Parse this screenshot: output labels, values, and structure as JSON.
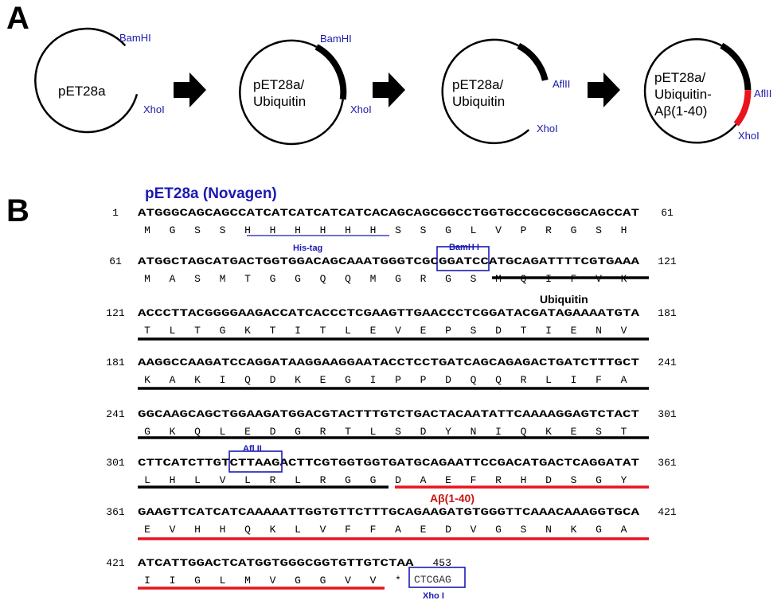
{
  "panels": {
    "a": "A",
    "b": "B"
  },
  "plasmids": [
    {
      "lines": [
        "pET28a"
      ],
      "sites": [
        "BamHI",
        "XhoI"
      ]
    },
    {
      "lines": [
        "pET28a/",
        "Ubiquitin"
      ],
      "sites": [
        "BamHI",
        "XhoI"
      ]
    },
    {
      "lines": [
        "pET28a/",
        "Ubiquitin"
      ],
      "sites": [
        "AflII",
        "XhoI"
      ]
    },
    {
      "lines": [
        "pET28a/",
        "Ubiquitin-",
        "Aβ(1-40)"
      ],
      "sites": [
        "AflII",
        "XhoI"
      ]
    }
  ],
  "colors": {
    "ubiquitin": "#000000",
    "abeta": "#e8141e",
    "site": "#1a1aa6",
    "box": "#1a1ab4"
  },
  "sequence": {
    "title": "pET28a (Novagen)",
    "rows": [
      {
        "start": "1",
        "end": "61",
        "dna": "ATGGGCAGCAGCCATCATCATCATCATCACAGCAGCGGCCTGGTGCCGCGCGGCAGCCAT",
        "aa": [
          "M",
          "G",
          "S",
          "S",
          "H",
          "H",
          "H",
          "H",
          "H",
          "H",
          "S",
          "S",
          "G",
          "L",
          "V",
          "P",
          "R",
          "G",
          "S",
          "H"
        ]
      },
      {
        "start": "61",
        "end": "121",
        "dna": "ATGGCTAGCATGACTGGTGGACAGCAAATGGGTCGCGGATCCATGCAGATTTTCGTGAAA",
        "aa": [
          "M",
          "A",
          "S",
          "M",
          "T",
          "G",
          "G",
          "Q",
          "Q",
          "M",
          "G",
          "R",
          "G",
          "S",
          "M",
          "Q",
          "I",
          "F",
          "V",
          "K"
        ]
      },
      {
        "start": "121",
        "end": "181",
        "dna": "ACCCTTACGGGGAAGACCATCACCCTCGAAGTTGAACCCTCGGATACGATAGAAAATGTA",
        "aa": [
          "T",
          "L",
          "T",
          "G",
          "K",
          "T",
          "I",
          "T",
          "L",
          "E",
          "V",
          "E",
          "P",
          "S",
          "D",
          "T",
          "I",
          "E",
          "N",
          "V"
        ]
      },
      {
        "start": "181",
        "end": "241",
        "dna": "AAGGCCAAGATCCAGGATAAGGAAGGAATACCTCCTGATCAGCAGAGACTGATCTTTGCT",
        "aa": [
          "K",
          "A",
          "K",
          "I",
          "Q",
          "D",
          "K",
          "E",
          "G",
          "I",
          "P",
          "P",
          "D",
          "Q",
          "Q",
          "R",
          "L",
          "I",
          "F",
          "A"
        ]
      },
      {
        "start": "241",
        "end": "301",
        "dna": "GGCAAGCAGCTGGAAGATGGACGTACTTTGTCTGACTACAATATTCAAAAGGAGTCTACT",
        "aa": [
          "G",
          "K",
          "Q",
          "L",
          "E",
          "D",
          "G",
          "R",
          "T",
          "L",
          "S",
          "D",
          "Y",
          "N",
          "I",
          "Q",
          "K",
          "E",
          "S",
          "T"
        ]
      },
      {
        "start": "301",
        "end": "361",
        "dna": "CTTCATCTTGTCTTAAGACTTCGTGGTGGTGATGCAGAATTCCGACATGACTCAGGATAT",
        "aa": [
          "L",
          "H",
          "L",
          "V",
          "L",
          "R",
          "L",
          "R",
          "G",
          "G",
          "D",
          "A",
          "E",
          "F",
          "R",
          "H",
          "D",
          "S",
          "G",
          "Y"
        ]
      },
      {
        "start": "361",
        "end": "421",
        "dna": "GAAGTTCATCATCAAAAATTGGTGTTCTTTGCAGAAGATGTGGGTTCAAACAAAGGTGCA",
        "aa": [
          "E",
          "V",
          "H",
          "H",
          "Q",
          "K",
          "L",
          "V",
          "F",
          "F",
          "A",
          "E",
          "D",
          "V",
          "G",
          "S",
          "N",
          "K",
          "G",
          "A"
        ]
      },
      {
        "start": "421",
        "end": "453",
        "dna": "ATCATTGGACTCATGGTGGGCGGTGTTGTCTAA",
        "aa": [
          "I",
          "I",
          "G",
          "L",
          "M",
          "V",
          "G",
          "G",
          "V",
          "V",
          "*"
        ],
        "tail": "CTCGAG"
      }
    ],
    "his_tag": "His-tag",
    "bamhi": "BamH I",
    "ubiquitin_label": "Ubiquitin",
    "aflii": "Afl II",
    "abeta_label": "Aβ(1-40)",
    "xhoi": "Xho I"
  }
}
